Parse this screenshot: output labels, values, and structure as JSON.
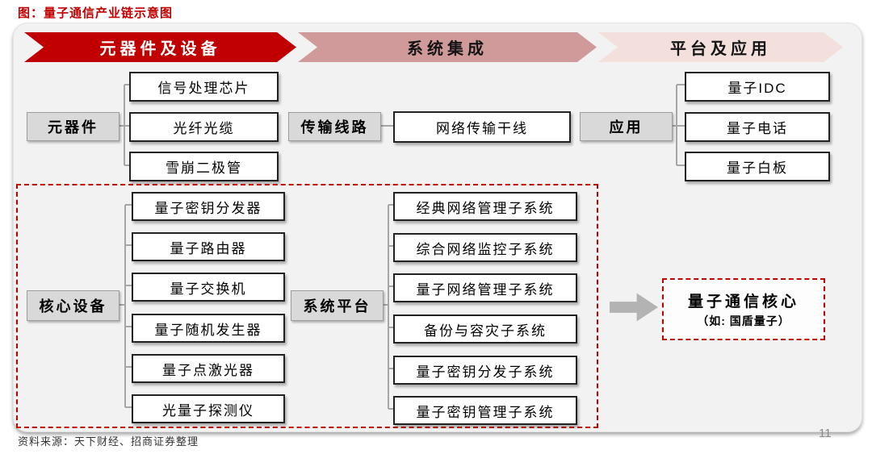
{
  "title": "图：量子通信产业链示意图",
  "banners": [
    {
      "label": "元器件及设备"
    },
    {
      "label": "系统集成"
    },
    {
      "label": "平台及应用"
    }
  ],
  "top_row": {
    "components": {
      "label": "元器件",
      "items": [
        "信号处理芯片",
        "光纤光缆",
        "雪崩二极管"
      ]
    },
    "transmission": {
      "label": "传输线路",
      "items": [
        "网络传输干线"
      ]
    },
    "application": {
      "label": "应用",
      "items": [
        "量子IDC",
        "量子电话",
        "量子白板"
      ]
    }
  },
  "core_section": {
    "core_equipment": {
      "label": "核心设备",
      "items": [
        "量子密钥分发器",
        "量子路由器",
        "量子交换机",
        "量子随机发生器",
        "量子点激光器",
        "光量子探测仪"
      ]
    },
    "system_platform": {
      "label": "系统平台",
      "items": [
        "经典网络管理子系统",
        "综合网络监控子系统",
        "量子网络管理子系统",
        "备份与容灾子系统",
        "量子密钥分发子系统",
        "量子密钥管理子系统"
      ]
    },
    "core_company": {
      "line1": "量子通信核心",
      "line2": "（如: 国盾量子）"
    }
  },
  "footer": {
    "source": "资料来源：天下财经、招商证券整理",
    "page_number": "11"
  },
  "colors": {
    "accent_red": "#c00000",
    "banner_mid_pink": "#d09a9a",
    "banner_light_pink": "#f3dfdc",
    "panel_background": "#f2f2f2",
    "label_gray": "#d9d9d9",
    "connector_gray": "#a6a6a6",
    "arrow_gray": "#b3b3b3"
  }
}
